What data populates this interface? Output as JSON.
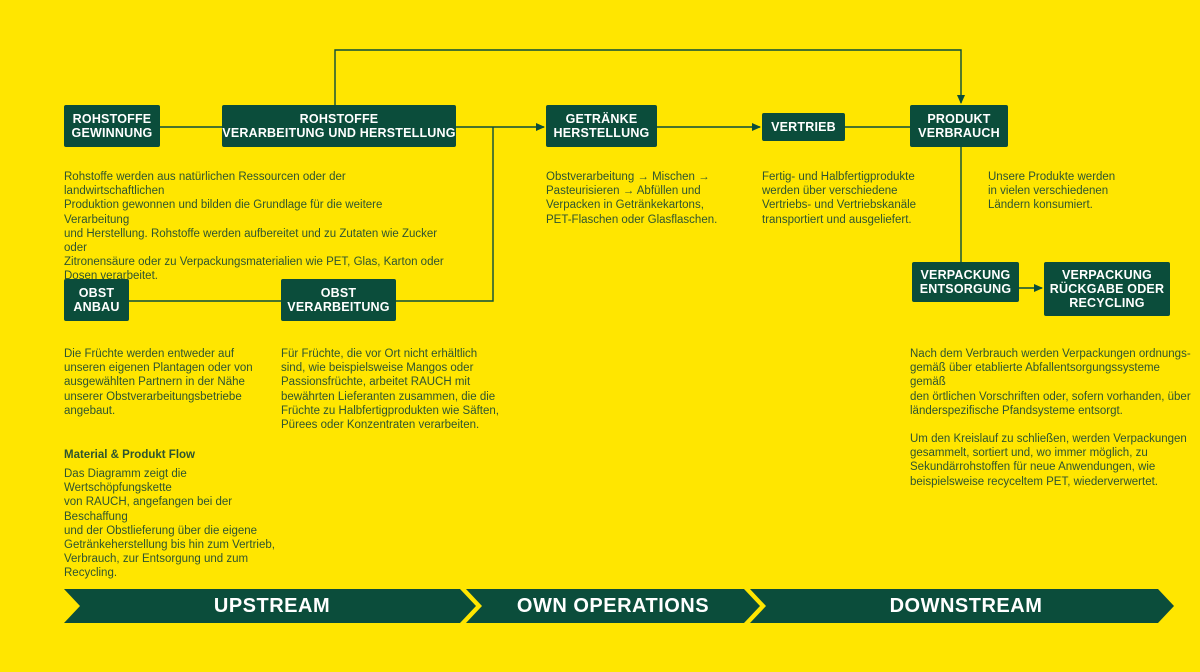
{
  "colors": {
    "background": "#FFE600",
    "box": "#0B4D3B",
    "text": "#2E5430",
    "line": "#0B4D3B"
  },
  "boxes": {
    "rohstoffe_gewinnung": [
      "ROHSTOFFE",
      "GEWINNUNG"
    ],
    "rohstoffe_verarbeitung": [
      "ROHSTOFFE",
      "VERARBEITUNG UND HERSTELLUNG"
    ],
    "getraenke_herstellung": [
      "GETRÄNKE",
      "HERSTELLUNG"
    ],
    "vertrieb": [
      "VERTRIEB"
    ],
    "produkt_verbrauch": [
      "PRODUKT",
      "VERBRAUCH"
    ],
    "obst_anbau": [
      "OBST",
      "ANBAU"
    ],
    "obst_verarbeitung": [
      "OBST",
      "VERARBEITUNG"
    ],
    "verpackung_entsorgung": [
      "VERPACKUNG",
      "ENTSORGUNG"
    ],
    "verpackung_rueckgabe": [
      "VERPACKUNG",
      "RÜCKGABE ODER",
      "RECYCLING"
    ]
  },
  "texts": {
    "rohstoffe": [
      "Rohstoffe werden aus natürlichen Ressourcen oder der landwirtschaftlichen",
      "Produktion gewonnen und bilden die Grundlage für die weitere Verarbeitung",
      "und Herstellung. Rohstoffe werden aufbereitet und zu Zutaten wie Zucker oder",
      "Zitronensäure oder zu Verpackungsmaterialien wie PET, Glas, Karton oder",
      "Dosen verarbeitet."
    ],
    "getraenke": [
      "Obstverarbeitung → Mischen →",
      "Pasteurisieren → Abfüllen und",
      "Verpacken in Getränkekartons,",
      "PET-Flaschen oder Glasflaschen."
    ],
    "vertrieb": [
      "Fertig- und Halbfertigprodukte",
      "werden über verschiedene",
      "Vertriebs- und Vertriebskanäle",
      "transportiert und ausgeliefert."
    ],
    "verbrauch": [
      "Unsere Produkte werden",
      "in vielen verschiedenen",
      "Ländern konsumiert."
    ],
    "obst_anbau": [
      "Die Früchte werden entweder auf",
      "unseren eigenen Plantagen oder von",
      "ausgewählten Partnern in der Nähe",
      "unserer Obstverarbeitungsbetriebe",
      "angebaut."
    ],
    "obst_verarbeitung": [
      "Für Früchte, die vor Ort nicht erhältlich",
      "sind, wie beispielsweise Mangos oder",
      "Passionsfrüchte, arbeitet RAUCH mit",
      "bewährten Lieferanten zusammen, die die",
      "Früchte zu Halbfertigprodukten wie Säften,",
      "Pürees oder Konzentraten verarbeiten."
    ],
    "verpackung_1": [
      "Nach dem Verbrauch werden Verpackungen ordnungs-",
      "gemäß über etablierte Abfallentsorgungssysteme gemäß",
      "den örtlichen Vorschriften oder, sofern vorhanden, über",
      "länderspezifische Pfandsysteme entsorgt."
    ],
    "verpackung_2": [
      "Um den Kreislauf zu schließen, werden Verpackungen",
      "gesammelt, sortiert und, wo immer möglich, zu",
      "Sekundärrohstoffen für neue Anwendungen, wie",
      "beispielsweise recyceltem PET, wiederverwertet."
    ]
  },
  "flow": {
    "title": "Material & Produkt Flow",
    "lines": [
      "Das Diagramm zeigt die Wertschöpfungskette",
      "von RAUCH, angefangen bei der Beschaffung",
      "und der Obstlieferung über die eigene",
      "Getränkeherstellung bis hin zum Vertrieb,",
      "Verbrauch, zur Entsorgung und zum Recycling."
    ]
  },
  "bands": {
    "upstream": "UPSTREAM",
    "own": "OWN OPERATIONS",
    "downstream": "DOWNSTREAM"
  }
}
